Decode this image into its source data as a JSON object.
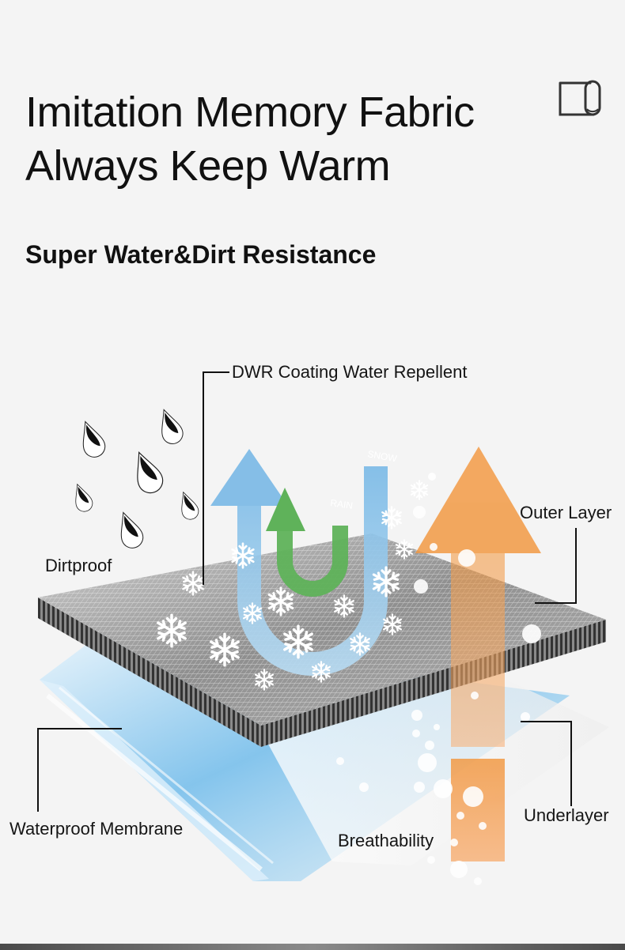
{
  "header": {
    "title_line1": "Imitation Memory Fabric",
    "title_line2": "Always Keep Warm",
    "subtitle": "Super Water&Dirt Resistance",
    "icon": "fabric-roll-icon"
  },
  "diagram": {
    "labels": {
      "dwr": "DWR Coating Water Repellent",
      "dirtproof": "Dirtproof",
      "outer_layer": "Outer Layer",
      "underlayer": "Underlayer",
      "waterproof_membrane": "Waterproof Membrane",
      "breathability": "Breathability",
      "arrow_rain": "RAIN",
      "arrow_snow": "SNOW"
    },
    "colors": {
      "water_arrow": "#8ec5ea",
      "repel_arrow": "#5fb25a",
      "breath_arrow": "#f2a257",
      "membrane": "#9fd0f0",
      "fabric": "#9a9a9a",
      "dirt_drop": "#111111"
    }
  }
}
